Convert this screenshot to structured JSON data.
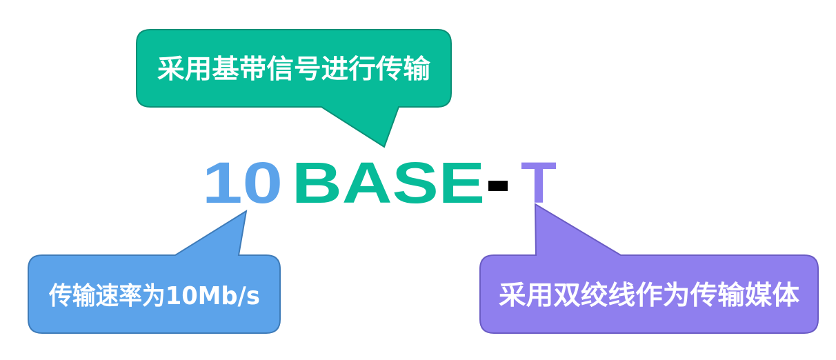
{
  "title": {
    "part_speed": "10",
    "part_base": "BASE",
    "part_dash": "-",
    "part_medium": "T"
  },
  "callouts": {
    "baseband": "采用基带信号进行传输",
    "speed": "传输速率为10Mb/s",
    "medium": "采用双绞线作为传输媒体"
  },
  "colors": {
    "green": "#07BB99",
    "blue": "#5CA3EA",
    "purple": "#8F7FEE",
    "dash": "#000000"
  }
}
